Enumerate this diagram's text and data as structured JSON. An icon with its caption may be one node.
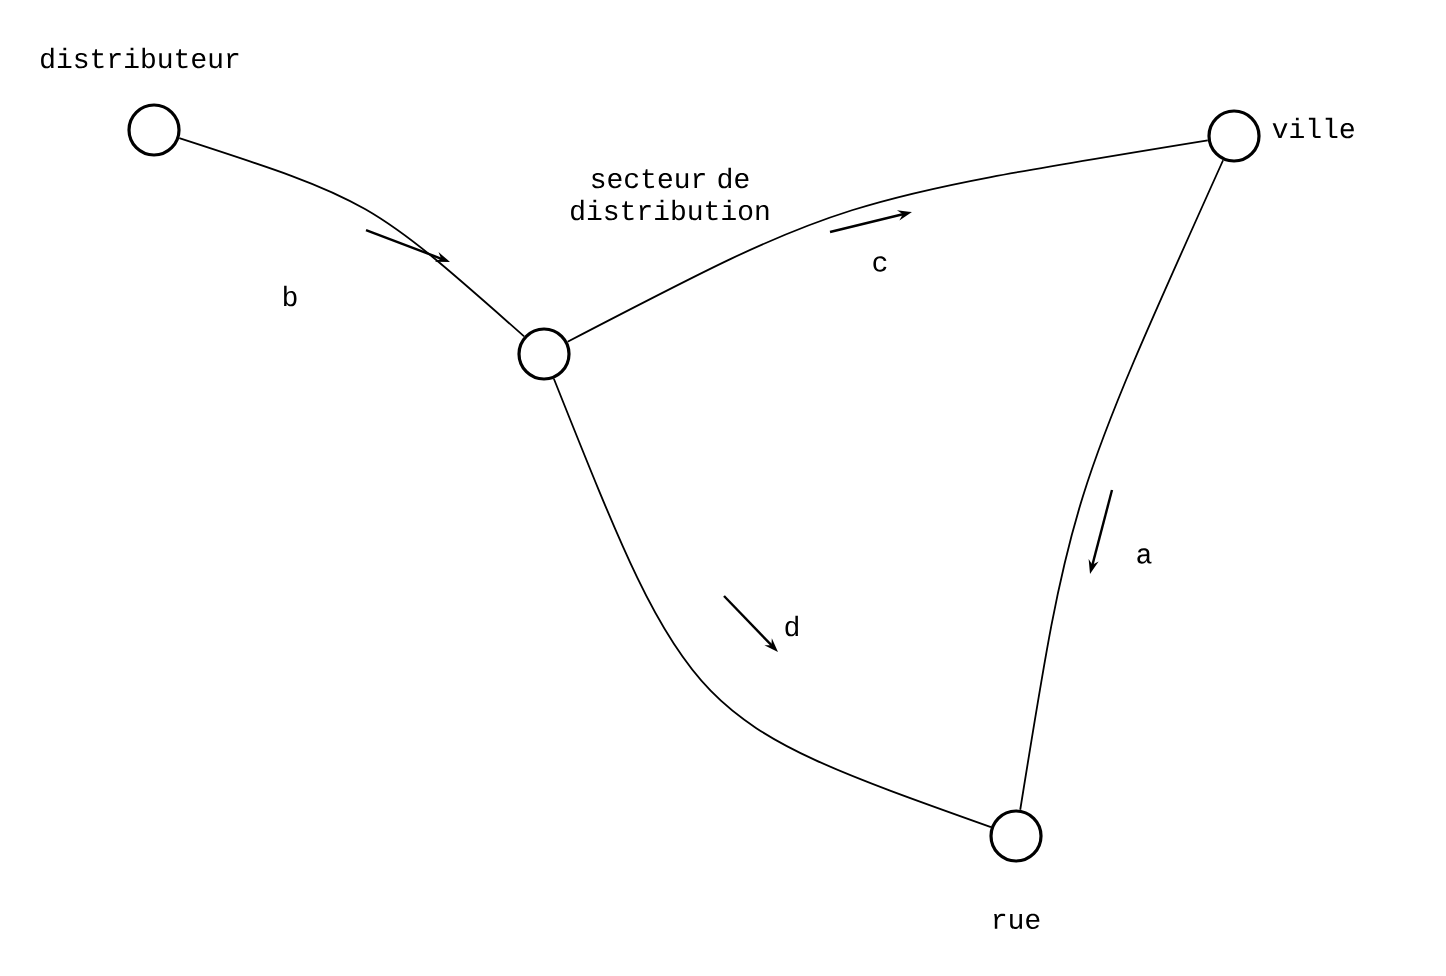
{
  "diagram": {
    "nodes": [
      {
        "text": [
          "distributeur"
        ]
      },
      {
        "text": [
          "secteur de distribution"
        ]
      },
      {
        "text": [
          "ville"
        ]
      },
      {
        "text": [
          "rue"
        ]
      }
    ],
    "edges": [
      {
        "from": 0,
        "to": 1,
        "arrow": "none",
        "label": "b"
      },
      {
        "from": 1,
        "to": 2,
        "arrow": "none",
        "label": "c"
      },
      {
        "from": 2,
        "to": 3,
        "arrow": "none",
        "label": "a"
      },
      {
        "from": 1,
        "to": 3,
        "arrow": "none",
        "label": "d"
      }
    ]
  }
}
